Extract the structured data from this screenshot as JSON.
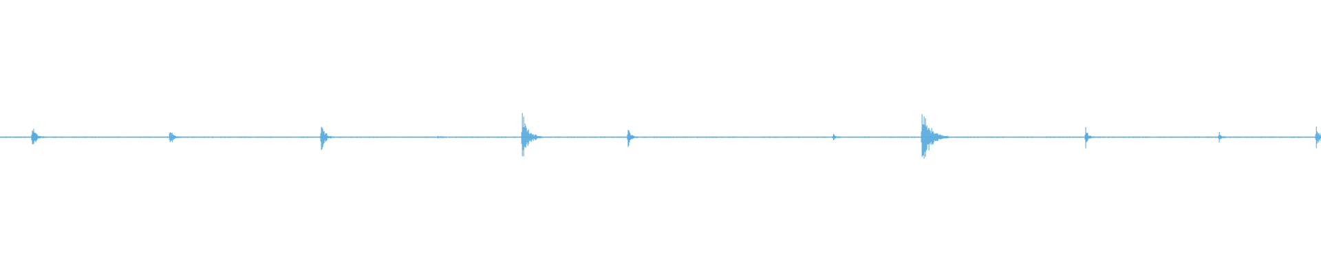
{
  "waveform": {
    "color": "#5aacdf",
    "background": "#ffffff",
    "duration": 1,
    "events": [
      {
        "t": 0.0245,
        "amplitude": 0.048
      },
      {
        "t": 0.1288,
        "amplitude": 0.041
      },
      {
        "t": 0.2433,
        "amplitude": 0.055
      },
      {
        "t": 0.3316,
        "amplitude": 0.006
      },
      {
        "t": 0.3954,
        "amplitude": 0.085
      },
      {
        "t": 0.4755,
        "amplitude": 0.04
      },
      {
        "t": 0.631,
        "amplitude": 0.016
      },
      {
        "t": 0.698,
        "amplitude": 0.11
      },
      {
        "t": 0.8219,
        "amplitude": 0.038
      },
      {
        "t": 0.923,
        "amplitude": 0.024
      },
      {
        "t": 0.9965,
        "amplitude": 0.042
      }
    ]
  }
}
